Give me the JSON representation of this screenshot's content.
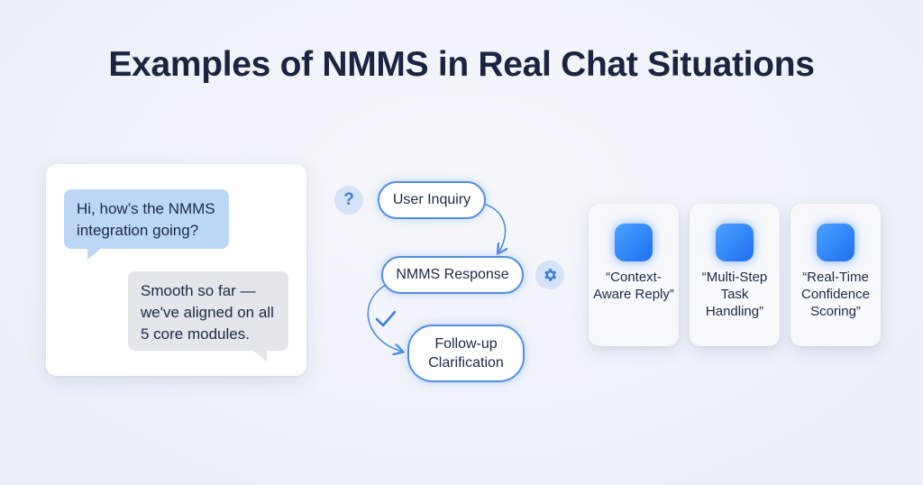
{
  "title": "Examples of NMMS in Real Chat Situations",
  "chat": {
    "user_message": "Hi, how’s the NMMS integration going?",
    "bot_message": "Smooth so far — we've aligned on all 5 core modules."
  },
  "flow": {
    "step1": "User Inquiry",
    "step2": "NMMS Response",
    "step3": "Follow-up Clarification",
    "icons": [
      "question-icon",
      "gear-icon",
      "check-icon"
    ]
  },
  "features": [
    {
      "label": "“Context-Aware Reply”"
    },
    {
      "label": "“Multi-Step Task Handling”"
    },
    {
      "label": "“Real-Time Confidence Scoring”"
    }
  ],
  "colors": {
    "accent": "#4f8fe6",
    "user_bubble": "#bcd7f5",
    "bot_bubble": "#e3e6eb",
    "title": "#1b2440"
  }
}
